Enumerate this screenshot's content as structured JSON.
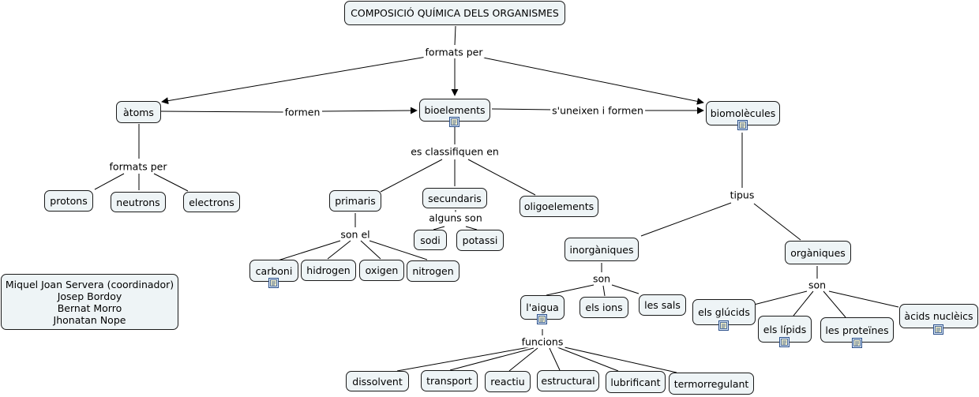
{
  "title": "COMPOSICIÓ QUÍMICA DELS ORGANISMES",
  "nodes": {
    "title": "COMPOSICIÓ QUÍMICA DELS ORGANISMES",
    "atoms": "àtoms",
    "bioelements": "bioelements",
    "biomolecules": "biomolècules",
    "protons": "protons",
    "neutrons": "neutrons",
    "electrons": "electrons",
    "primaris": "primaris",
    "secundaris": "secundaris",
    "oligoelements": "oligoelements",
    "sodi": "sodi",
    "potassi": "potassi",
    "carboni": "carboni",
    "hidrogen": "hidrogen",
    "oxigen": "oxigen",
    "nitrogen": "nitrogen",
    "inorganiques": "inorgàniques",
    "organiques": "orgàniques",
    "aigua": "l'aigua",
    "ions": "els ions",
    "sals": "les sals",
    "glucids": "els glúcids",
    "lipids": "els lípids",
    "proteines": "les proteïnes",
    "acids": "àcids nuclèics",
    "dissolvent": "dissolvent",
    "transport": "transport",
    "reactiu": "reactiu",
    "estructural": "estructural",
    "lubrificant": "lubrificant",
    "termorregulant": "termorregulant"
  },
  "labels": {
    "formats_per_top": "formats per",
    "formen": "formen",
    "suneixen": "s'uneixen i formen",
    "formats_per_atoms": "formats per",
    "classifiquen": "es classifiquen en",
    "alguns_son": "alguns son",
    "son_el": "son el",
    "tipus": "tipus",
    "son_inorg": "son",
    "son_org": "son",
    "funcions": "funcions"
  },
  "credits": [
    "Miquel Joan Servera (coordinador)",
    "Josep Bordoy",
    "Bernat Morro",
    "Jhonatan Nope"
  ],
  "resource_icon": "document-icon",
  "colors": {
    "node_fill": "#eef4f6",
    "node_border": "#1a1a1a",
    "line": "#000000",
    "resource_icon": "#2a4f8a"
  }
}
